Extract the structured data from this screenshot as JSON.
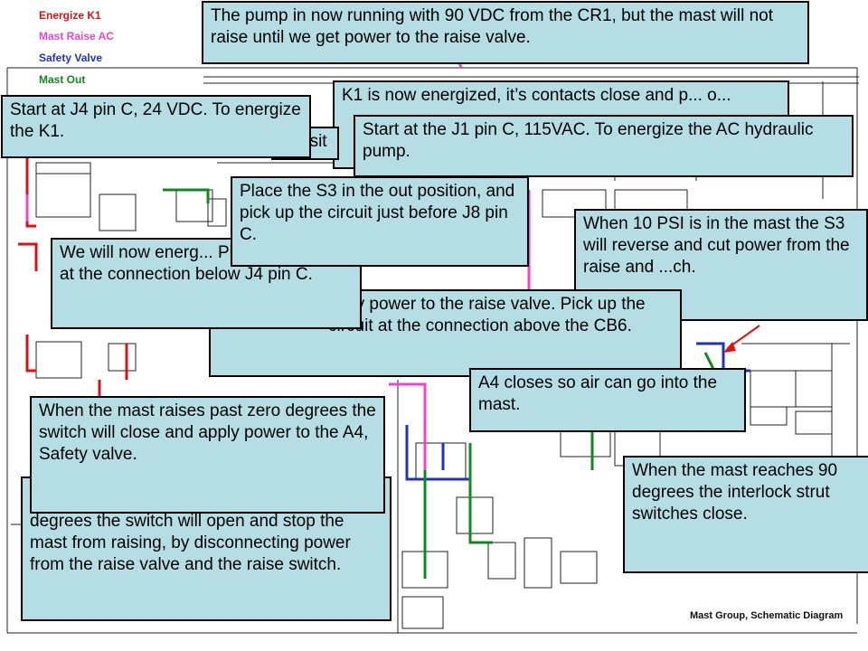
{
  "legend": {
    "items": [
      {
        "label": "Energize K1",
        "color": "#dd1111"
      },
      {
        "label": "Mast Raise AC",
        "color": "#ee44cc"
      },
      {
        "label": "Safety Valve",
        "color": "#2233bb"
      },
      {
        "label": "Mast Out",
        "color": "#118822"
      }
    ]
  },
  "callouts": {
    "pump_running": "The pump in now running with 90 VDC from the CR1, but the mast will not raise until we get power to the raise valve.",
    "k1_energized": "K1 is now energized, it’s contacts close and p... o...",
    "k1_fragment": "osit",
    "start_j4": "Start at J4 pin C, 24 VDC. To energize the K1.",
    "start_j1": "Start at the J1 pin C, 115VAC.  To energize the AC hydraulic pump.",
    "place_s3": "Place the S3 in the out position, and pick up the circuit just before J8 pin C.",
    "ten_psi": "When 10 PSI is in the mast the S3 will reverse and cut power from the raise and ...ch.",
    "we_will_now": "We will now energ... Pick up the circuit at the connection below J4 pin C.",
    "apply_raise": "...ply power to the raise valve. Pick up the circuit at the connection above the CB6.",
    "a4_closes": "A4 closes so air can go into the mast.",
    "mast_past_zero": "When the mast raises past zero degrees the switch will close and apply power to the A4, Safety valve.",
    "mast_90_interlock": "When the mast reaches 90 degrees the interlock strut switches close.",
    "degrees_open": "degrees the switch will open and stop the mast from raising, by disconnecting power from the raise valve and the raise switch."
  },
  "diagram": {
    "caption": "Mast Group, Schematic Diagram"
  }
}
